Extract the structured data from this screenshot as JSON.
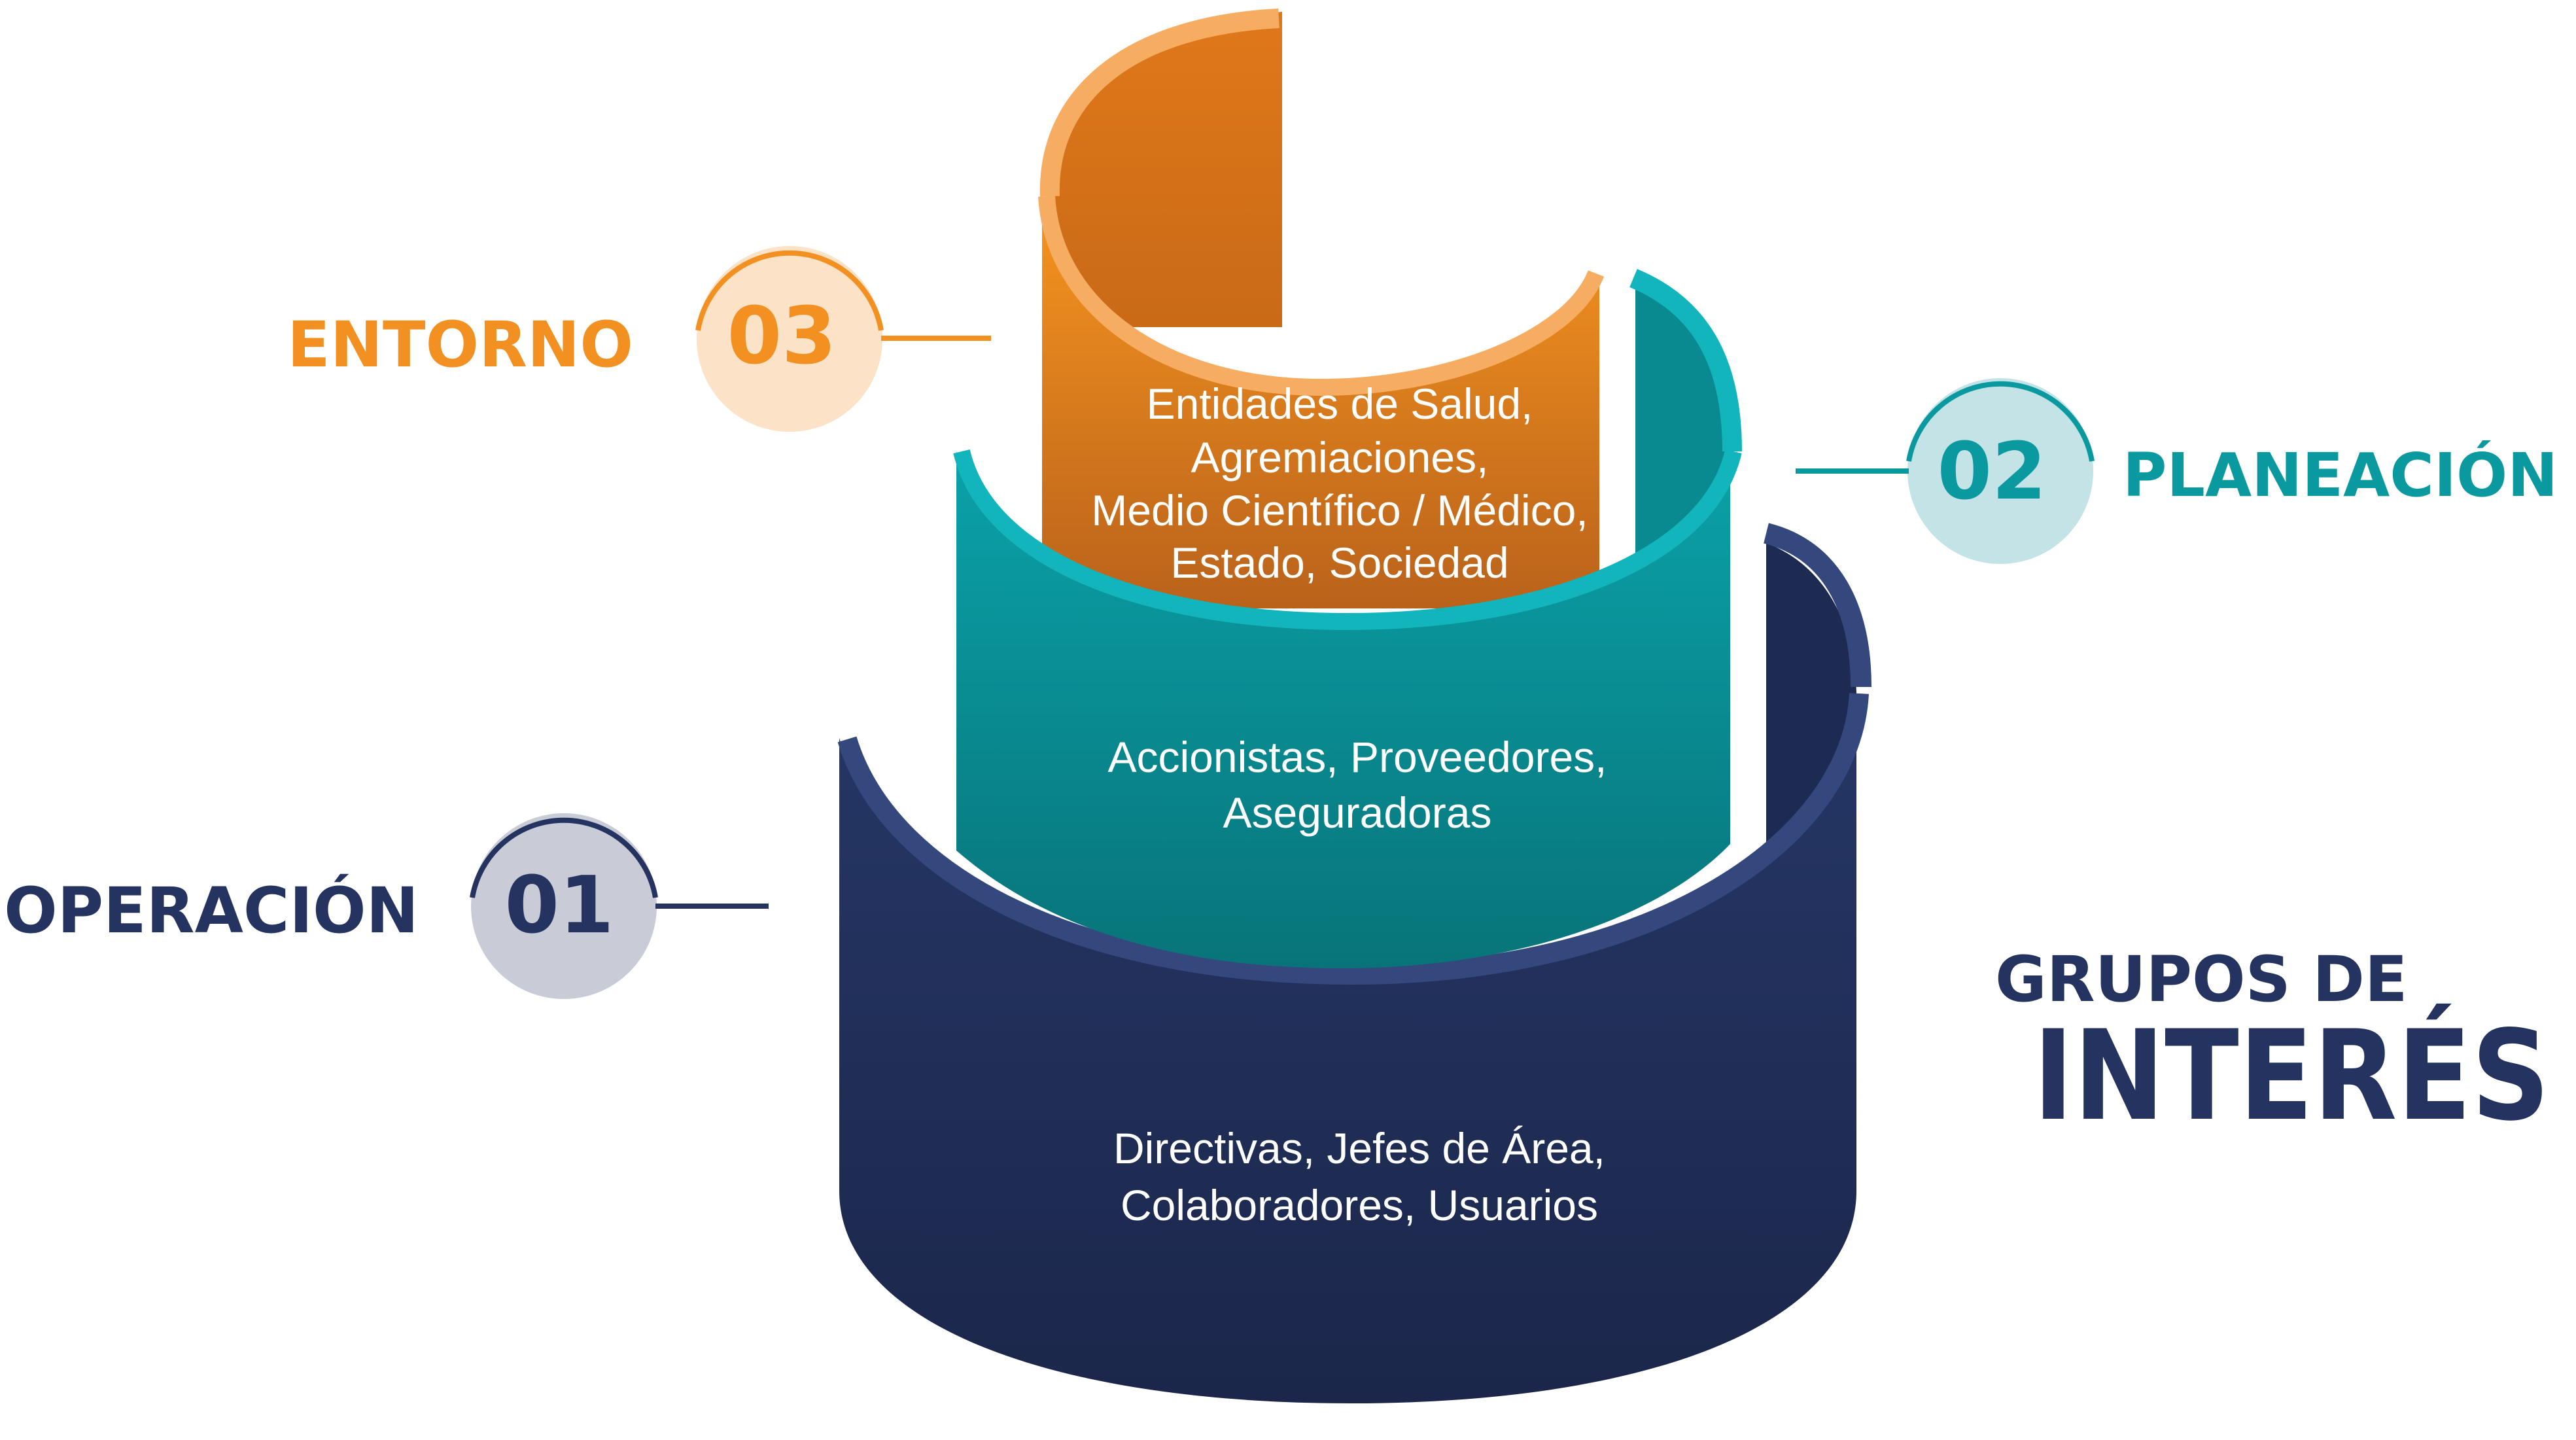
{
  "title": {
    "line1": "GRUPOS DE",
    "line2": "INTERÉS"
  },
  "levels": [
    {
      "id": "operacion",
      "number": "01",
      "label": "OPERACIÓN",
      "text_lines": [
        "Directivas, Jefes de Área,",
        "Colaboradores, Usuarios"
      ],
      "color": "#24335F",
      "circle_color": "#C9CCD6"
    },
    {
      "id": "planeacion",
      "number": "02",
      "label": "PLANEACIÓN",
      "text_lines": [
        "Accionistas, Proveedores,",
        "Aseguradoras"
      ],
      "color": "#0B99A0",
      "circle_color": "#C3E3E6"
    },
    {
      "id": "entorno",
      "number": "03",
      "label": "ENTORNO",
      "text_lines": [
        "Entidades de Salud,",
        "Agremiaciones,",
        "Medio Científico / Médico,",
        "Estado, Sociedad"
      ],
      "color": "#F29121",
      "circle_color": "#FCE2C6"
    }
  ],
  "colors": {
    "navy": "#24335F",
    "navy_rim": "#34487E",
    "teal": "#0B99A0",
    "teal_rim": "#13B5BC",
    "orange": "#F29121",
    "orange_rim": "#F6AD62",
    "label_text_light": "#FFFFFF"
  }
}
